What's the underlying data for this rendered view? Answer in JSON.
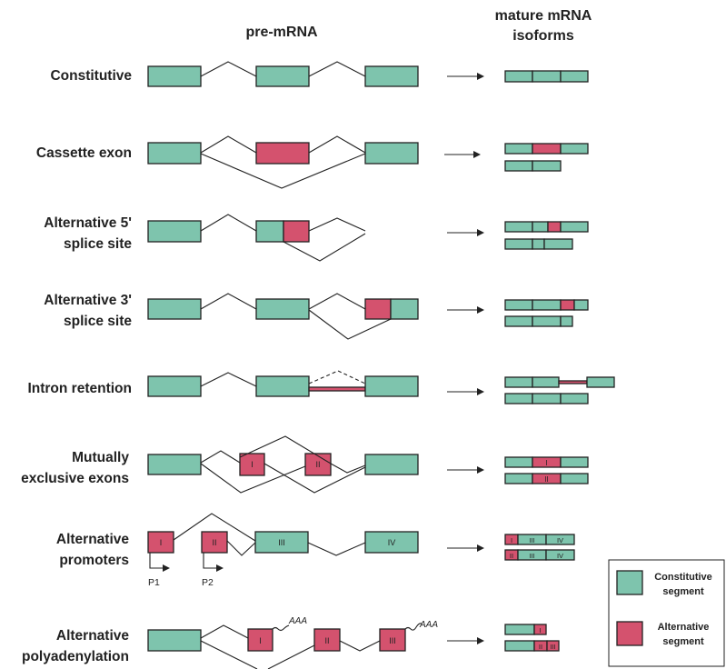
{
  "colors": {
    "constitutive": "#7ec4ad",
    "alternative": "#d4526e",
    "line": "#222222"
  },
  "headers": {
    "pre_mrna": "pre-mRNA",
    "mature_line1": "mature mRNA",
    "mature_line2": "isoforms"
  },
  "rows": {
    "constitutive": {
      "label": "Constitutive"
    },
    "cassette": {
      "label": "Cassette exon"
    },
    "alt5": {
      "label_line1": "Alternative 5'",
      "label_line2": "splice site"
    },
    "alt3": {
      "label_line1": "Alternative 3'",
      "label_line2": "splice site"
    },
    "intron": {
      "label": "Intron retention"
    },
    "mutex": {
      "label_line1": "Mutually",
      "label_line2": "exclusive exons",
      "exon_a": "I",
      "exon_b": "II"
    },
    "promoters": {
      "label_line1": "Alternative",
      "label_line2": "promoters",
      "exons": [
        "I",
        "II",
        "III",
        "IV"
      ],
      "p1": "P1",
      "p2": "P2"
    },
    "polya": {
      "label_line1": "Alternative",
      "label_line2": "polyadenylation",
      "exons": [
        "I",
        "II",
        "III"
      ],
      "tail": "AAA"
    }
  },
  "legend": {
    "constitutive_line1": "Constitutive",
    "constitutive_line2": "segment",
    "alternative_line1": "Alternative",
    "alternative_line2": "segment"
  }
}
